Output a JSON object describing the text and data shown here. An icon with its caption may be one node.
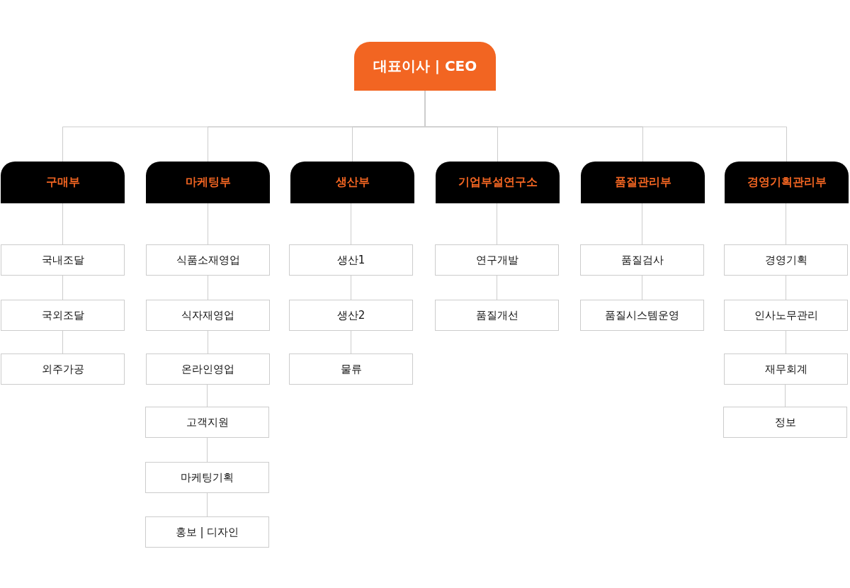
{
  "diagram": {
    "nodes": [
      {
        "text": [
          "대표이사 | CEO"
        ]
      },
      {
        "text": [
          "구매부"
        ]
      },
      {
        "text": [
          "마케팅부"
        ]
      },
      {
        "text": [
          "생산부"
        ]
      },
      {
        "text": [
          "기업부설연구소"
        ]
      },
      {
        "text": [
          "품질관리부"
        ]
      },
      {
        "text": [
          "경영기획관리부"
        ]
      },
      {
        "text": [
          "국내조달"
        ]
      },
      {
        "text": [
          "국외조달"
        ]
      },
      {
        "text": [
          "외주가공"
        ]
      },
      {
        "text": [
          "식품소재영업"
        ]
      },
      {
        "text": [
          "식자재영업"
        ]
      },
      {
        "text": [
          "온라인영업"
        ]
      },
      {
        "text": [
          "고객지원"
        ]
      },
      {
        "text": [
          "마케팅기획"
        ]
      },
      {
        "text": [
          "홍보 | 디자인"
        ]
      },
      {
        "text": [
          "생산1"
        ]
      },
      {
        "text": [
          "생산2"
        ]
      },
      {
        "text": [
          "물류"
        ]
      },
      {
        "text": [
          "연구개발"
        ]
      },
      {
        "text": [
          "품질개선"
        ]
      },
      {
        "text": [
          "품질검사"
        ]
      },
      {
        "text": [
          "품질시스템운영"
        ]
      },
      {
        "text": [
          "경영기획"
        ]
      },
      {
        "text": [
          "인사노무관리"
        ]
      },
      {
        "text": [
          "재무회계"
        ]
      },
      {
        "text": [
          "정보"
        ]
      }
    ],
    "edges": [
      {
        "from": 0,
        "to": 1,
        "arrow": "none"
      },
      {
        "from": 0,
        "to": 2,
        "arrow": "none"
      },
      {
        "from": 0,
        "to": 3,
        "arrow": "none"
      },
      {
        "from": 0,
        "to": 4,
        "arrow": "none"
      },
      {
        "from": 0,
        "to": 5,
        "arrow": "none"
      },
      {
        "from": 0,
        "to": 6,
        "arrow": "none"
      },
      {
        "from": 1,
        "to": 7,
        "arrow": "none"
      },
      {
        "from": 7,
        "to": 8,
        "arrow": "none"
      },
      {
        "from": 8,
        "to": 9,
        "arrow": "none"
      },
      {
        "from": 2,
        "to": 10,
        "arrow": "none"
      },
      {
        "from": 10,
        "to": 11,
        "arrow": "none"
      },
      {
        "from": 11,
        "to": 12,
        "arrow": "none"
      },
      {
        "from": 12,
        "to": 13,
        "arrow": "none"
      },
      {
        "from": 13,
        "to": 14,
        "arrow": "none"
      },
      {
        "from": 14,
        "to": 15,
        "arrow": "none"
      },
      {
        "from": 3,
        "to": 16,
        "arrow": "none"
      },
      {
        "from": 16,
        "to": 17,
        "arrow": "none"
      },
      {
        "from": 17,
        "to": 18,
        "arrow": "none"
      },
      {
        "from": 4,
        "to": 19,
        "arrow": "none"
      },
      {
        "from": 19,
        "to": 20,
        "arrow": "none"
      },
      {
        "from": 5,
        "to": 21,
        "arrow": "none"
      },
      {
        "from": 21,
        "to": 22,
        "arrow": "none"
      },
      {
        "from": 6,
        "to": 23,
        "arrow": "none"
      },
      {
        "from": 23,
        "to": 24,
        "arrow": "none"
      },
      {
        "from": 24,
        "to": 25,
        "arrow": "none"
      },
      {
        "from": 25,
        "to": 26,
        "arrow": "none"
      }
    ]
  }
}
